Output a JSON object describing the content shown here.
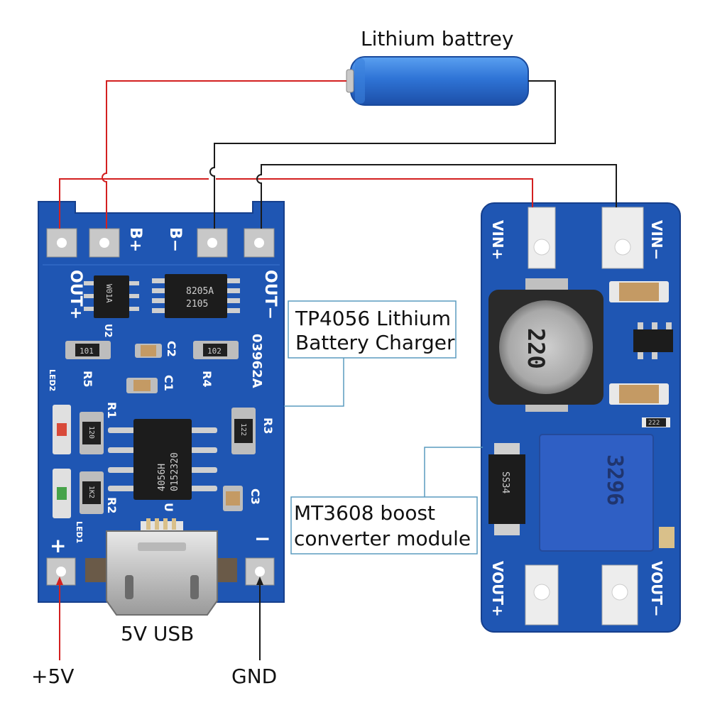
{
  "labels": {
    "battery": "Lithium battrey",
    "tp4056_line1": "TP4056 Lithium",
    "tp4056_line2": "Battery Charger",
    "mt3608_line1": "MT3608 boost",
    "mt3608_line2": "converter module",
    "usb": "5V USB",
    "plus5v": "+5V",
    "gnd": "GND"
  },
  "tp4056_board": {
    "out_plus": "OUT+",
    "b_plus": "B+",
    "b_minus": "B−",
    "out_minus": "OUT−",
    "model": "03962A",
    "chip_u2": "W01A",
    "chip_mosfet_line1": "8205A",
    "chip_mosfet_line2": "2105",
    "chip_main_line1": "4056H",
    "chip_main_line2": "0152320",
    "u2": "U2",
    "r1": "R1",
    "r2": "R2",
    "r3": "R3",
    "r4": "R4",
    "r5": "R5",
    "c1": "C1",
    "c2": "C2",
    "c3": "C3",
    "u1": "U",
    "led1": "LED1",
    "led2": "LED2",
    "res_101": "101",
    "res_102": "102",
    "res_122": "122",
    "res_r1": "120",
    "res_r2": "1K2",
    "in_plus": "+",
    "in_minus": "−"
  },
  "mt3608_board": {
    "vin_plus": "VIN+",
    "vin_minus": "VIN−",
    "vout_plus": "VOUT+",
    "vout_minus": "VOUT−",
    "inductor": "220",
    "pot": "3296",
    "diode": "SS34",
    "res_222": "222"
  },
  "colors": {
    "pcb": "#1f56b3",
    "pcb_edge": "#163f8c",
    "wire_red": "#d32020",
    "wire_black": "#1a1a1a",
    "callout": "#5a9bbf",
    "battery": "#2f74d6"
  }
}
